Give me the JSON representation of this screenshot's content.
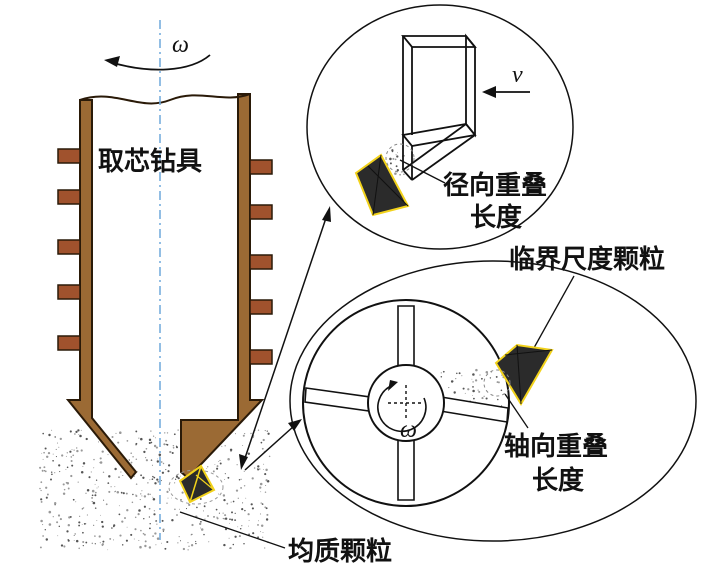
{
  "labels": {
    "drill_tool": "取芯钻具",
    "radial_overlap_line1": "径向重叠",
    "radial_overlap_line2": "长度",
    "critical_particle": "临界尺度颗粒",
    "axial_overlap_line1": "轴向重叠",
    "axial_overlap_line2": "长度",
    "homogeneous_particles": "均质颗粒"
  },
  "symbols": {
    "omega_top": "ω",
    "omega_bottom": "ω",
    "velocity": "v"
  },
  "colors": {
    "tool_body": "#9b6a34",
    "tool_outline": "#2a1a08",
    "teeth": "#a0522d",
    "particle_fill": "#2b2b2b",
    "particle_edge": "#f2d21b",
    "axis_line": "#6fa8dc"
  }
}
